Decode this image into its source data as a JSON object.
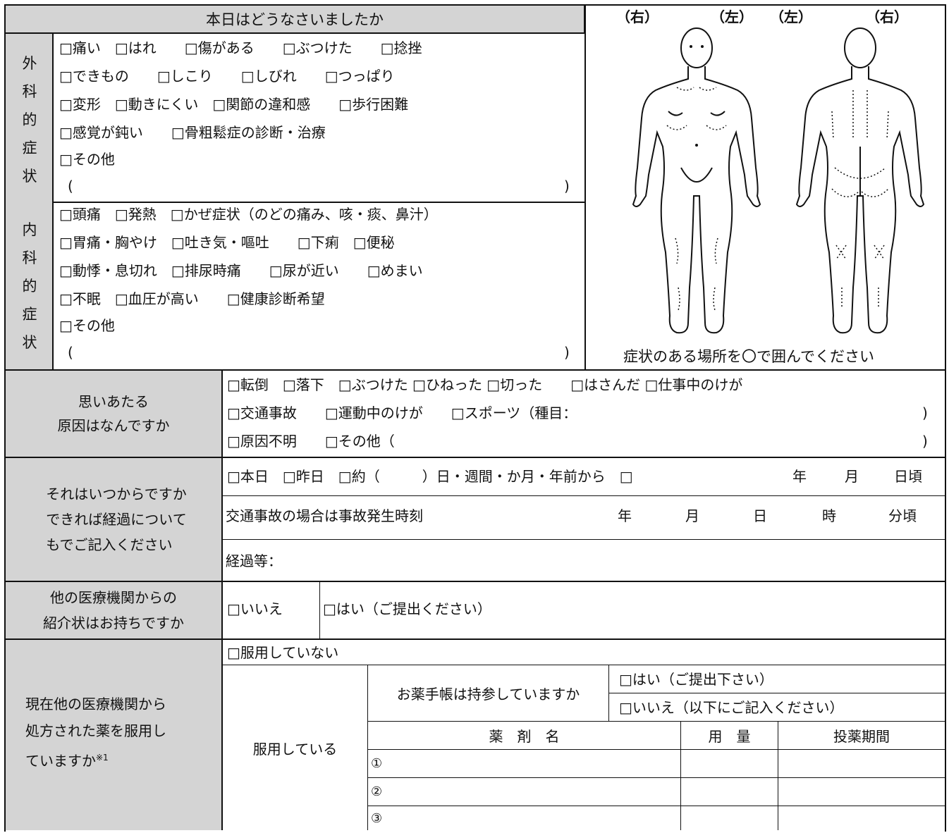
{
  "header": {
    "title": "本日はどうなさいましたか"
  },
  "body_figure": {
    "labels": [
      "（右）",
      "（左）",
      "（左）",
      "（右）"
    ],
    "caption": "症状のある場所を〇で囲んでください"
  },
  "surgical": {
    "label_chars": [
      "外",
      "科",
      "的",
      "症",
      "状"
    ],
    "lines": [
      "□痛い　□はれ　　□傷がある　　□ぶつけた　　□捻挫",
      "□できもの　　□しこり　　□しびれ　　□つっぱり",
      "□変形　□動きにくい　□関節の違和感　　□歩行困難",
      "□感覚が鈍い　　□骨粗鬆症の診断・治療",
      "□その他"
    ],
    "paren_open": "(",
    "paren_close": ")"
  },
  "internal": {
    "label_chars": [
      "内",
      "科",
      "的",
      "症",
      "状"
    ],
    "lines": [
      "□頭痛　□発熱　□かぜ症状（のどの痛み、咳・痰、鼻汁）",
      "□胃痛・胸やけ　□吐き気・嘔吐　　□下痢　□便秘",
      "□動悸・息切れ　□排尿時痛　　□尿が近い　　□めまい",
      "□不眠　□血圧が高い　　□健康診断希望",
      "□その他"
    ],
    "paren_open": "(",
    "paren_close": ")"
  },
  "cause": {
    "label_lines": [
      "思いあたる",
      "原因はなんですか"
    ],
    "lines": [
      "□転倒　□落下　□ぶつけた □ひねった □切った　　□はさんだ □仕事中のけが",
      "□交通事故　　□運動中のけが　　□スポーツ（種目：",
      "□原因不明　　□その他（"
    ],
    "paren_close": ")"
  },
  "onset": {
    "label_lines": [
      "それはいつからですか",
      "できれば経過について",
      "もでご記入ください"
    ],
    "row1": {
      "text": "□本日　□昨日　□約（　　　）日・週間・か月・年前から　□",
      "year": "年",
      "month": "月",
      "day": "日頃"
    },
    "row2": {
      "text": "交通事故の場合は事故発生時刻",
      "year": "年",
      "month": "月",
      "day": "日",
      "hour": "時",
      "minute": "分頃"
    },
    "row3": {
      "text": "経過等："
    }
  },
  "referral": {
    "label_lines": [
      "他の医療機関からの",
      "紹介状はお持ちですか"
    ],
    "no": "□いいえ",
    "yes": "□はい（ご提出ください）"
  },
  "medication": {
    "label_lines": [
      "現在他の医療機関から",
      "処方された薬を服用し",
      "ていますか"
    ],
    "note_mark": "※1",
    "not_taking": "□服用していない",
    "taking": "服用している",
    "notebook_question": "お薬手帳は持参していますか",
    "notebook_yes": "□はい（ご提出下さい）",
    "notebook_no": "□いいえ（以下にご記入ください）",
    "table_headers": [
      "薬　剤　名",
      "用　量",
      "投薬期間"
    ],
    "rows": [
      "①",
      "②",
      "③"
    ]
  }
}
